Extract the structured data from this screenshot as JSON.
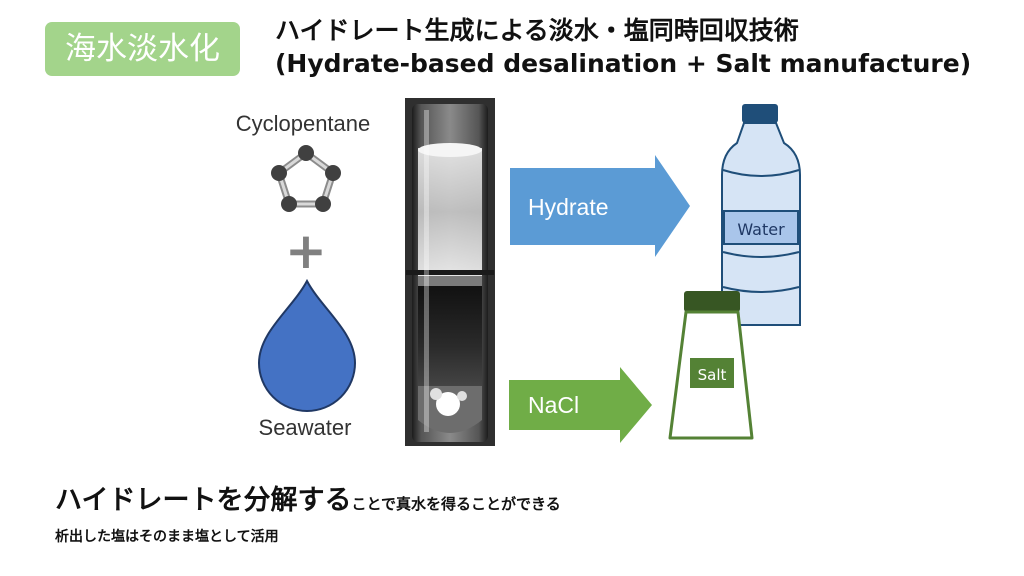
{
  "badge": {
    "text": "海水淡水化"
  },
  "title": {
    "line1": "ハイドレート生成による淡水・塩同時回収技術",
    "line2": "(Hydrate-based desalination + Salt manufacture)"
  },
  "diagram": {
    "cyclopentane_label": "Cyclopentane",
    "seawater_label": "Seawater",
    "plus_symbol": "+",
    "hydrate_arrow_label": "Hydrate",
    "nacl_arrow_label": "NaCl",
    "water_bottle_label": "Water",
    "salt_shaker_label": "Salt"
  },
  "footer": {
    "line1_emphasis": "ハイドレートを分解する",
    "line1_rest": "ことで真水を得ることができる",
    "line2": "析出した塩はそのまま塩として活用"
  },
  "colors": {
    "badge_bg": "#a3d48b",
    "hydrate_arrow": "#5b9bd5",
    "nacl_arrow": "#70ad47",
    "droplet": "#4472c4",
    "bottle_body": "#d6e4f5",
    "bottle_outline": "#1f4e79",
    "shaker_cap": "#375623",
    "shaker_body": "#ffffff",
    "shaker_outline": "#548235"
  }
}
